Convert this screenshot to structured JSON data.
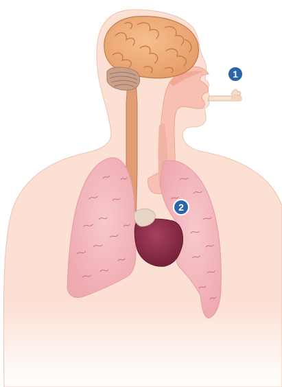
{
  "diagram": {
    "markers": [
      {
        "label": "1"
      },
      {
        "label": "2"
      }
    ]
  },
  "colors": {
    "skin": "#FCE0D4",
    "skin_outline": "#E8B9A6",
    "brain": "#F0B07E",
    "brain_folds": "#C77A45",
    "cerebellum": "#C9A08A",
    "spinal_cord": "#E19C75",
    "airway": "#F7C0B2",
    "lung": "#F4B9BF",
    "lung_veins": "#C8707E",
    "heart": "#8E2D49",
    "heart_cap": "#E7D6C4",
    "cigarette": "#F7E3D2",
    "marker_fill": "#2B64A8"
  },
  "icons": {
    "marker-1": "numbered-callout-circle",
    "marker-2": "numbered-callout-circle"
  }
}
